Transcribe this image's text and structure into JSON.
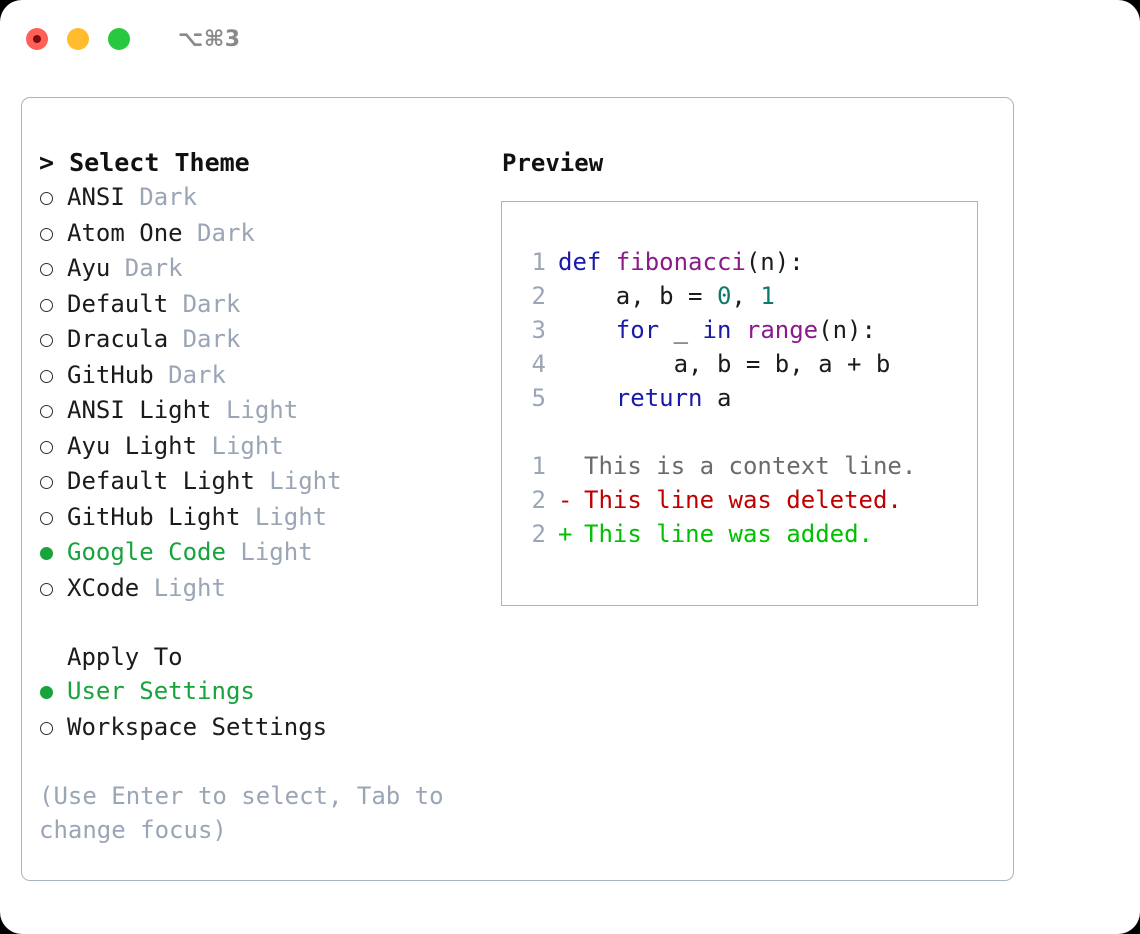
{
  "titlebar": {
    "shortcut": "⌥⌘3",
    "lights": [
      {
        "name": "close",
        "color": "#ff5f57"
      },
      {
        "name": "minimize",
        "color": "#ffbd2e"
      },
      {
        "name": "maximize",
        "color": "#28c840"
      }
    ]
  },
  "theme_picker": {
    "heading": "> Select Theme",
    "options": [
      {
        "label": "ANSI",
        "suffix": " Dark",
        "selected": false
      },
      {
        "label": "Atom One",
        "suffix": " Dark",
        "selected": false
      },
      {
        "label": "Ayu",
        "suffix": " Dark",
        "selected": false
      },
      {
        "label": "Default",
        "suffix": " Dark",
        "selected": false
      },
      {
        "label": "Dracula",
        "suffix": " Dark",
        "selected": false
      },
      {
        "label": "GitHub",
        "suffix": " Dark",
        "selected": false
      },
      {
        "label": "ANSI Light",
        "suffix": " Light",
        "selected": false
      },
      {
        "label": "Ayu Light",
        "suffix": " Light",
        "selected": false
      },
      {
        "label": "Default Light",
        "suffix": " Light",
        "selected": false
      },
      {
        "label": "GitHub Light",
        "suffix": " Light",
        "selected": false
      },
      {
        "label": "Google Code",
        "suffix": " Light",
        "selected": true
      },
      {
        "label": "XCode",
        "suffix": " Light",
        "selected": false
      }
    ]
  },
  "apply_to": {
    "heading": "Apply To",
    "options": [
      {
        "label": "User Settings",
        "selected": true
      },
      {
        "label": "Workspace Settings",
        "selected": false
      }
    ]
  },
  "hint": "(Use Enter to select, Tab to change focus)",
  "preview": {
    "title": "Preview",
    "code_lines": [
      {
        "num": "1",
        "tokens": [
          {
            "t": "def ",
            "c": "kw"
          },
          {
            "t": "fibonacci",
            "c": "fn"
          },
          {
            "t": "(n):",
            "c": "pl"
          }
        ]
      },
      {
        "num": "2",
        "tokens": [
          {
            "t": "    a, b = ",
            "c": "pl"
          },
          {
            "t": "0",
            "c": "num"
          },
          {
            "t": ", ",
            "c": "pl"
          },
          {
            "t": "1",
            "c": "num"
          }
        ]
      },
      {
        "num": "3",
        "tokens": [
          {
            "t": "    ",
            "c": "pl"
          },
          {
            "t": "for",
            "c": "kw"
          },
          {
            "t": " _ ",
            "c": "pl"
          },
          {
            "t": "in",
            "c": "kw"
          },
          {
            "t": " ",
            "c": "pl"
          },
          {
            "t": "range",
            "c": "fn"
          },
          {
            "t": "(n):",
            "c": "pl"
          }
        ]
      },
      {
        "num": "4",
        "tokens": [
          {
            "t": "        a, b = b, a + b",
            "c": "pl"
          }
        ]
      },
      {
        "num": "5",
        "tokens": [
          {
            "t": "    ",
            "c": "pl"
          },
          {
            "t": "return",
            "c": "kw"
          },
          {
            "t": " a",
            "c": "pl"
          }
        ]
      }
    ],
    "diff_lines": [
      {
        "num": "1",
        "mark": " ",
        "text": "This is a context line.",
        "kind": "ctx"
      },
      {
        "num": "2",
        "mark": "-",
        "text": "This line was deleted.",
        "kind": "del"
      },
      {
        "num": "2",
        "mark": "+",
        "text": "This line was added.",
        "kind": "add"
      }
    ]
  },
  "colors": {
    "accent_green": "#18a33c",
    "muted": "#9aa5b5",
    "keyword": "#1a1aa8",
    "function": "#8b1a8b",
    "number": "#0e7a6e",
    "diff_delete": "#c00000",
    "diff_add": "#00c000",
    "border": "#aab4c4"
  }
}
